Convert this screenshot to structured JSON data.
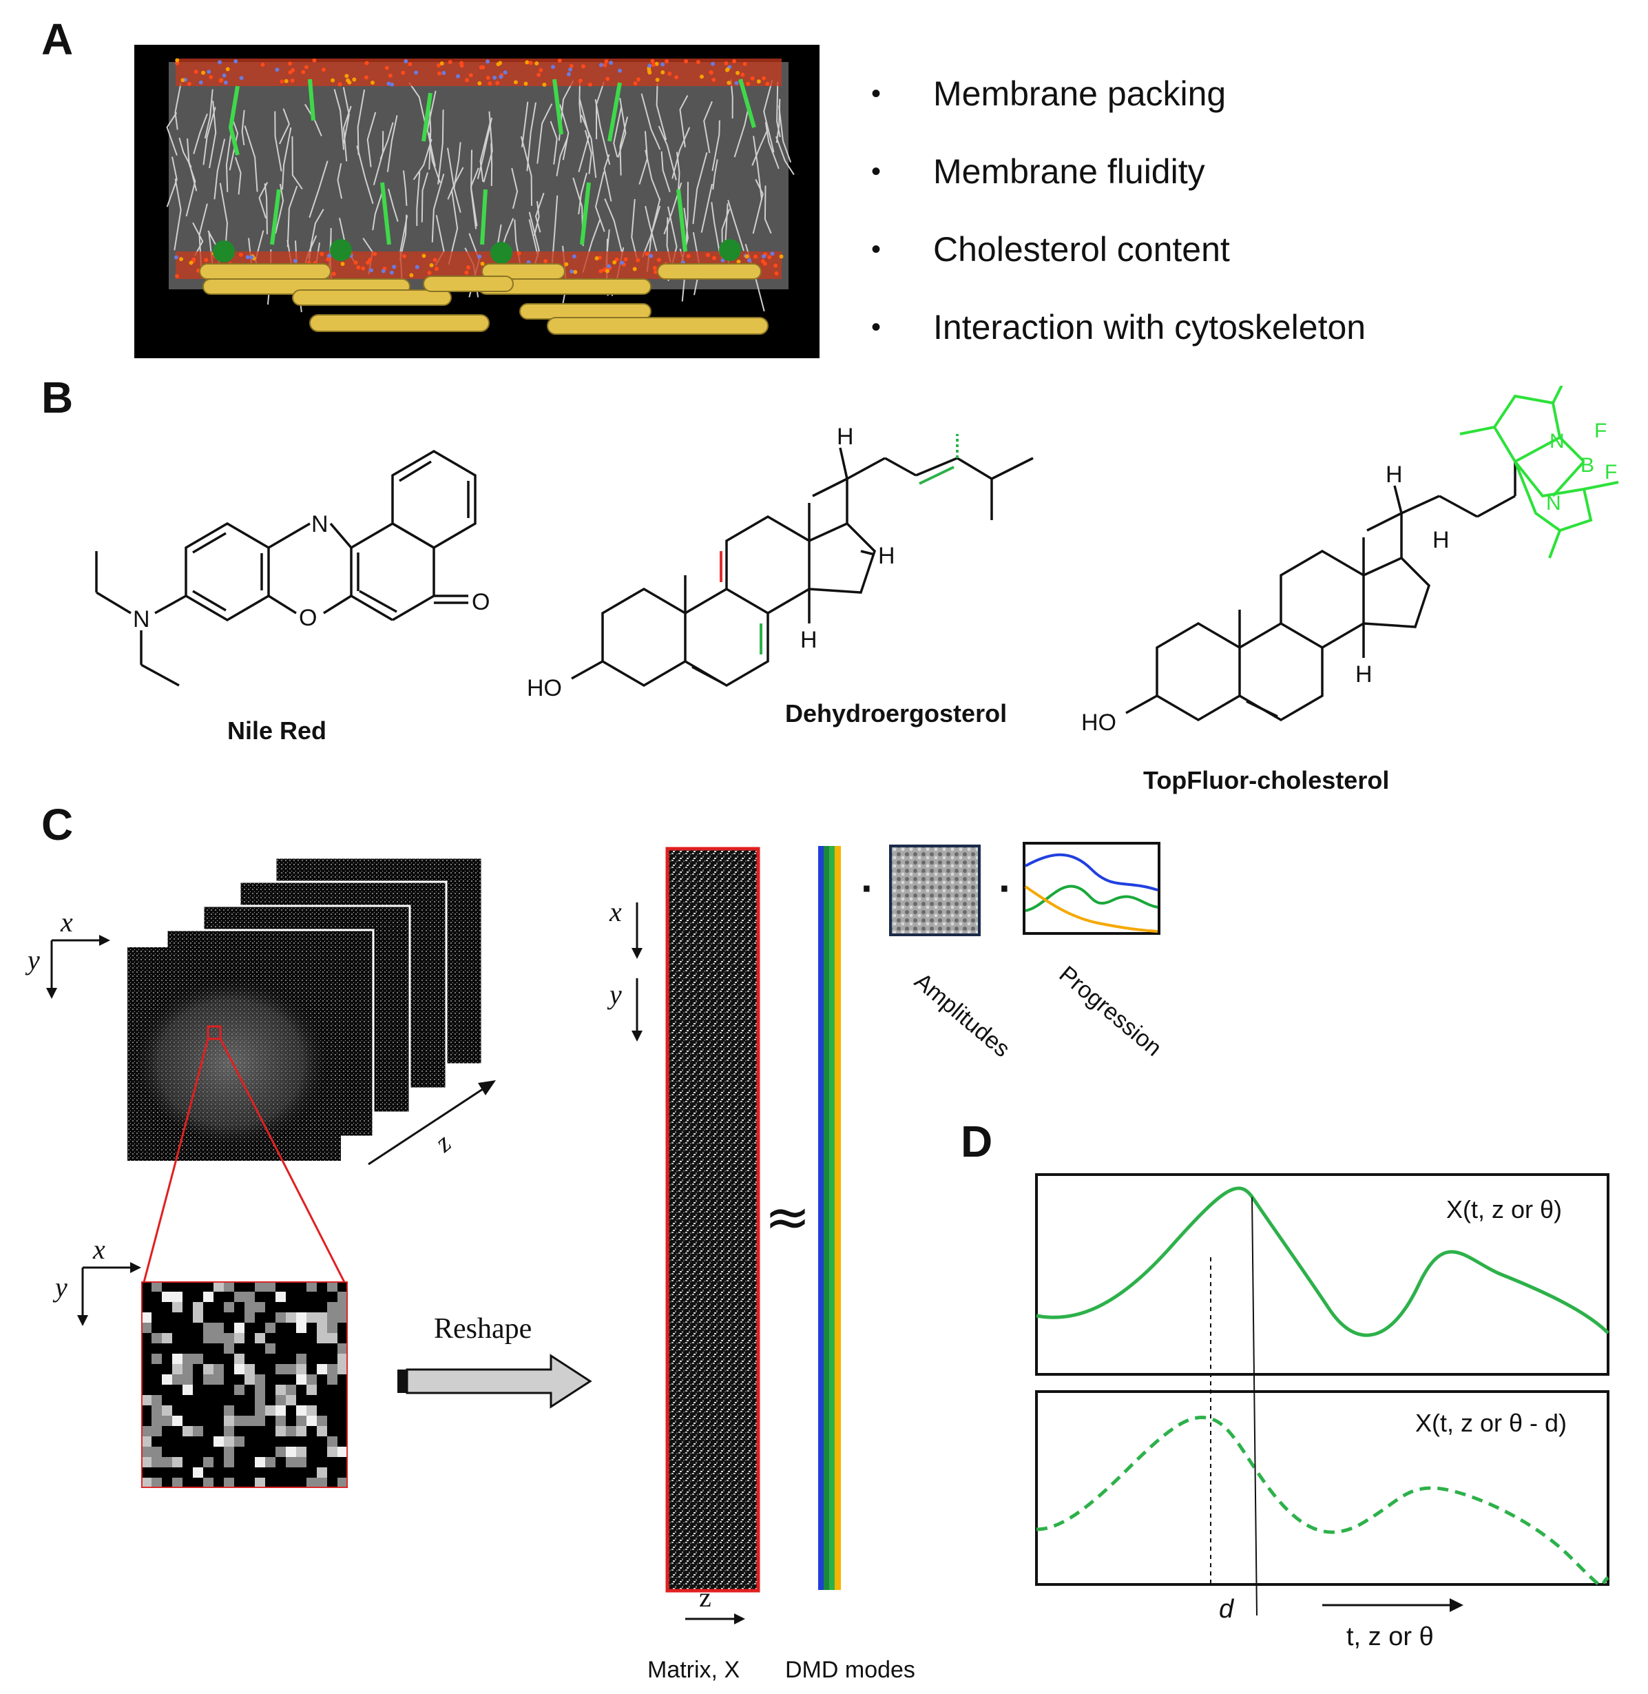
{
  "panels": {
    "a": "A",
    "b": "B",
    "c": "C",
    "d": "D"
  },
  "panel_a": {
    "bullets": [
      "Membrane packing",
      "Membrane fluidity",
      "Cholesterol content",
      "Interaction with cytoskeleton"
    ]
  },
  "panel_b": {
    "molecules": [
      {
        "name": "Nile Red"
      },
      {
        "name": "Dehydroergosterol"
      },
      {
        "name": "TopFluor-cholesterol"
      }
    ],
    "atoms": {
      "n": "N",
      "o": "O",
      "ho": "HO",
      "h": "H",
      "b": "B",
      "f": "F"
    }
  },
  "panel_c": {
    "axis_x": "x",
    "axis_y": "y",
    "axis_z": "z",
    "reshape_label": "Reshape",
    "approx": "≈",
    "dot": "·",
    "amplitudes_label": "Amplitudes",
    "progression_label": "Progression",
    "matrix_label": "Matrix, X",
    "dmd_modes_label": "DMD modes",
    "mode_colors": [
      "#1f3fd6",
      "#1a8a3a",
      "#2db14a",
      "#f5b400"
    ]
  },
  "panel_d": {
    "top_label": "X(t, z or θ)",
    "bottom_label": "X(t, z or θ - d)",
    "shift_label": "d",
    "axis_label": "t, z or θ",
    "curve_color": "#2db14a"
  }
}
